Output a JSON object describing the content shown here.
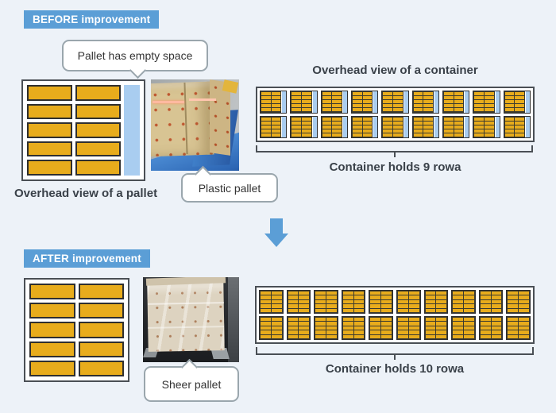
{
  "colors": {
    "accent_blue": "#5b9ed6",
    "carton_yellow": "#e8ac1c",
    "empty_space_blue": "#a9cdf0",
    "text_dark": "#3a4149"
  },
  "before": {
    "badge": "BEFORE improvement",
    "empty_space_callout": "Pallet has empty space",
    "pallet_label": "Overhead view of a pallet",
    "pallet_photo_callout": "Plastic pallet",
    "container_title": "Overhead view of a container",
    "container_caption": "Container holds 9 rowa",
    "container_rows": 2,
    "container_units_per_row": 9,
    "pallet_grid": {
      "cols": 2,
      "rows": 5,
      "has_empty_space": true
    }
  },
  "after": {
    "badge": "AFTER improvement",
    "pallet_photo_callout": "Sheer pallet",
    "container_caption": "Container holds 10 rowa",
    "container_rows": 2,
    "container_units_per_row": 10,
    "pallet_grid": {
      "cols": 2,
      "rows": 5,
      "has_empty_space": false
    }
  }
}
